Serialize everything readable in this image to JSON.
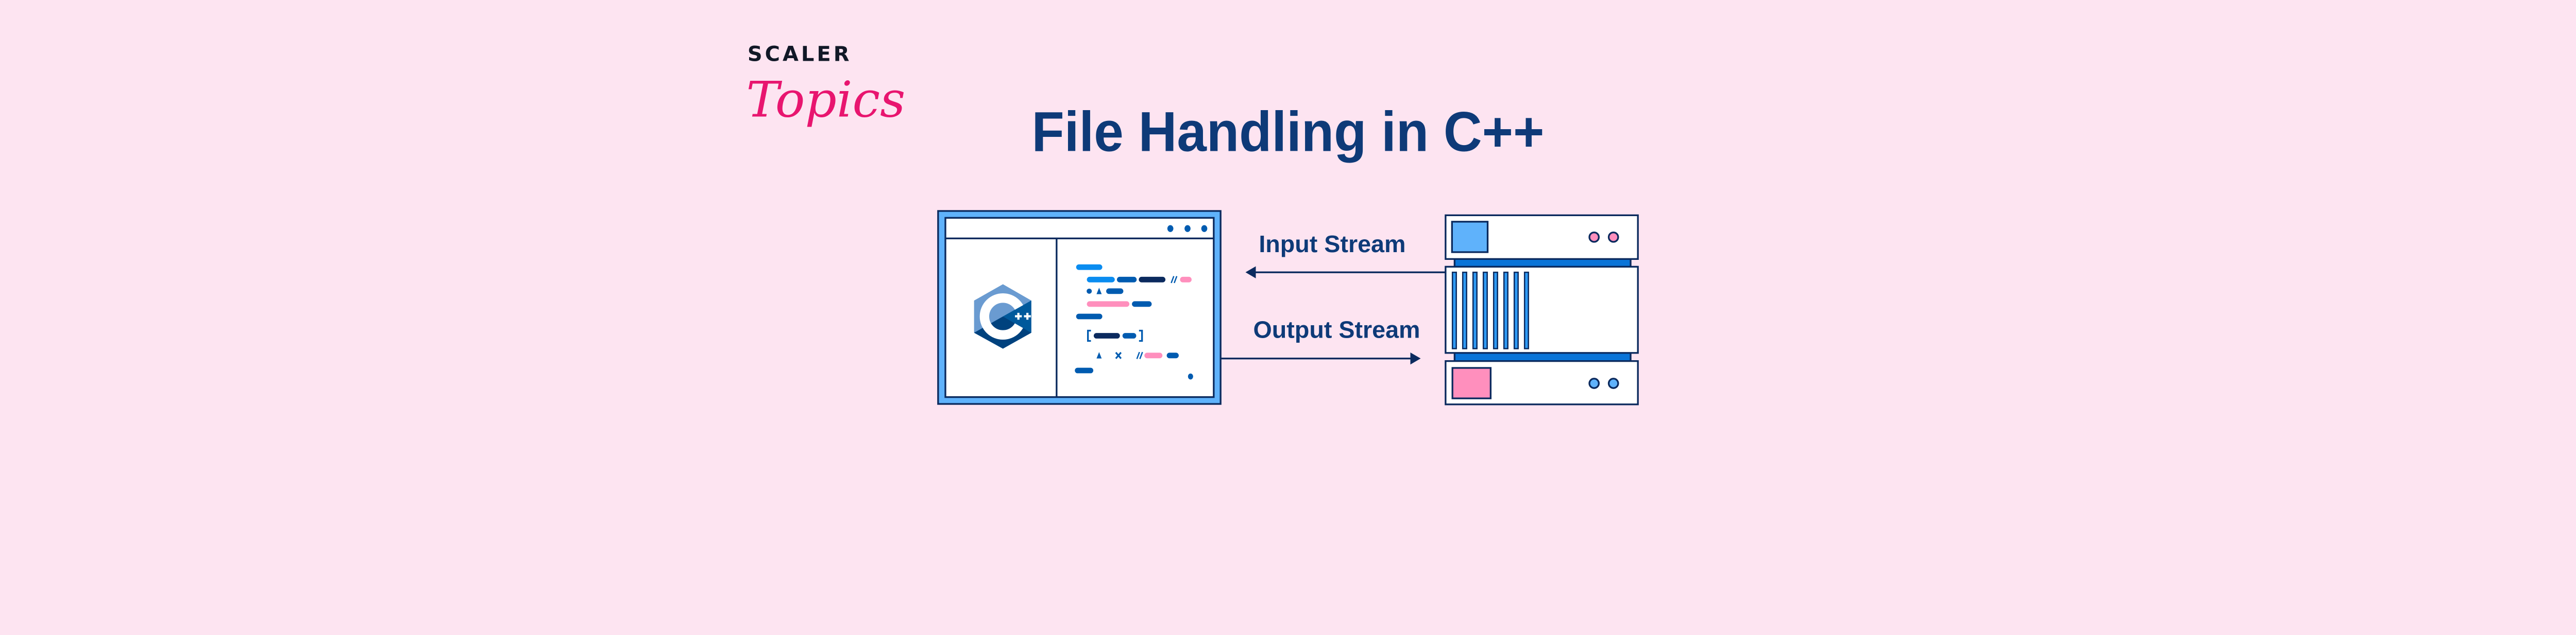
{
  "logo": {
    "brand": "SCALER",
    "sub": "Topics"
  },
  "title": "File Handling in C++",
  "labels": {
    "input": "Input Stream",
    "output": "Output Stream"
  },
  "icons": {
    "program": "cpp-logo-icon",
    "storage": "server-icon"
  },
  "colors": {
    "background": "#fde4f1",
    "navy": "#0e3a78",
    "light_blue": "#5fb2fb",
    "blue": "#0a74d8",
    "pink": "#ff8fbd",
    "brand_pink": "#e8156f"
  }
}
